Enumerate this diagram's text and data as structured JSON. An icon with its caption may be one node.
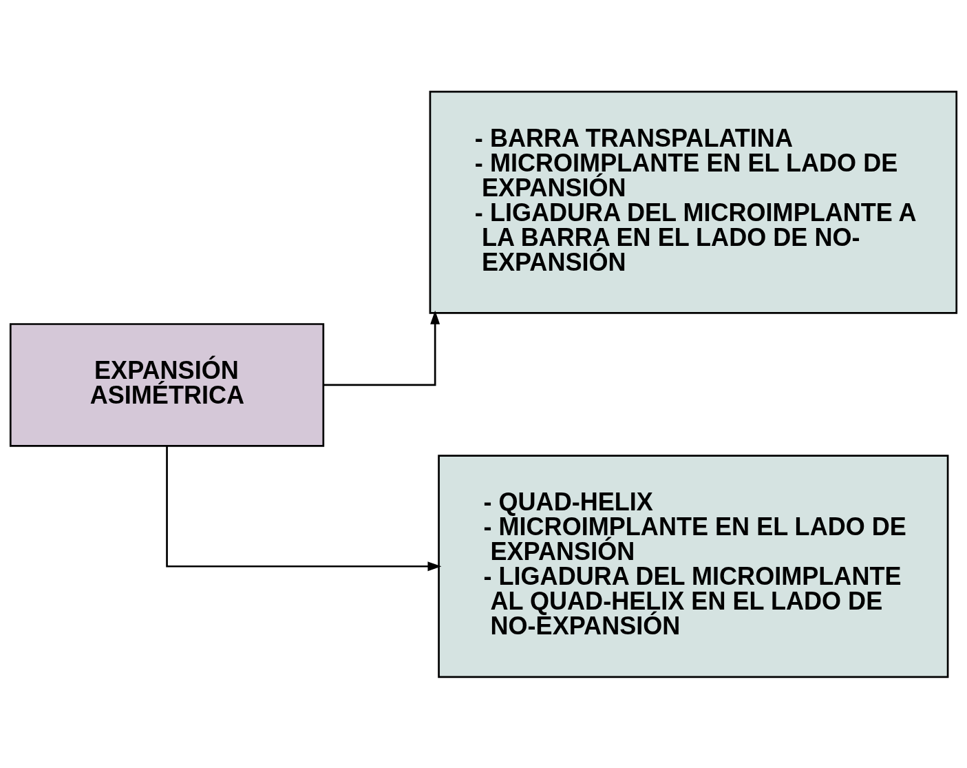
{
  "diagram": {
    "nodes": [
      {
        "text": [
          "EXPANSIÓN ASIMÉTRICA"
        ]
      },
      {
        "text": [
          "- BARRA TRANSPALATINA",
          "- MICROIMPLANTE EN EL LADO DE EXPANSIÓN",
          "- LIGADURA DEL MICROIMPLANTE A LA BARRA EN EL LADO DE NO-EXPANSIÓN"
        ]
      },
      {
        "text": [
          "- QUAD-HELIX",
          "- MICROIMPLANTE EN EL LADO DE EXPANSIÓN",
          "- LIGADURA DEL MICROIMPLANTE AL QUAD-HELIX EN EL LADO DE NO-EXPANSIÓN"
        ]
      }
    ],
    "edges": [
      {
        "from": 0,
        "to": 1,
        "arrow": "to"
      },
      {
        "from": 0,
        "to": 2,
        "arrow": "to"
      }
    ]
  }
}
